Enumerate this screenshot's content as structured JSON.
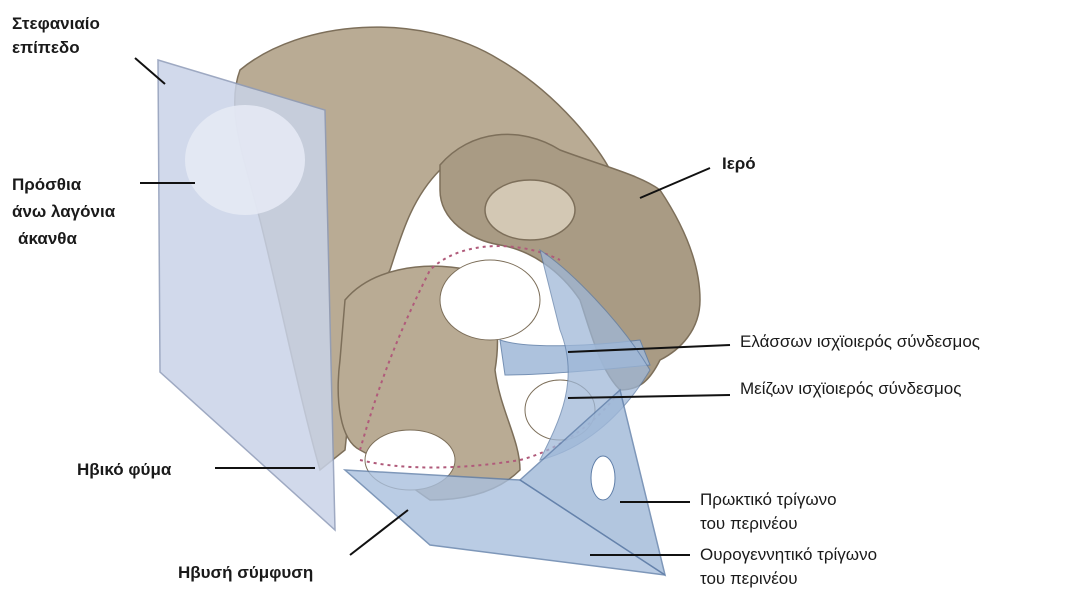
{
  "labels": {
    "coronal_plane": [
      "Στεφανιαίο",
      "επίπεδο"
    ],
    "asis": [
      "Πρόσθια",
      "άνω λαγόνια",
      "άκανθα"
    ],
    "sacrum": "Ιερό",
    "sacrospinous": "Ελάσσων ισχϊοιερός σύνδεσμος",
    "sacrotuberous": "Μείζων ισχϊοιερός σύνδεσμος",
    "pubic_tubercle": "Ηβικό φύμα",
    "anal_triangle": [
      "Πρωκτικό τρίγωνο",
      "του περινέου"
    ],
    "pubic_symphysis": "Ηβυσή σύμφυση",
    "urogenital_triangle": [
      "Ουρογεννητικό τρίγωνο",
      "του περινέου"
    ]
  },
  "colors": {
    "bone": "#b9ab94",
    "bone_shadow": "#8d7f68",
    "ligament": "#9fb8d8",
    "plane": "#c9d3e8",
    "pointer": "#111111"
  }
}
